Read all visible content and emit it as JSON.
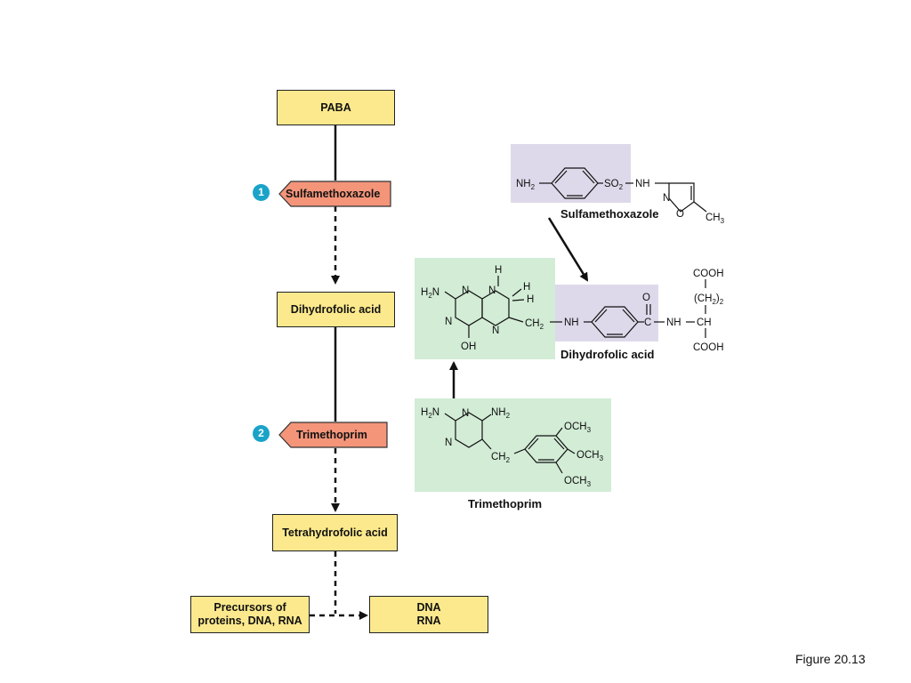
{
  "pathway": {
    "paba": "PABA",
    "dihydrofolic": "Dihydrofolic acid",
    "tetrahydrofolic": "Tetrahydrofolic acid",
    "precursors_line1": "Precursors of",
    "precursors_line2": "proteins, DNA, RNA",
    "dna": "DNA",
    "rna": "RNA"
  },
  "inhibitors": [
    {
      "step": "1",
      "name": "Sulfamethoxazole"
    },
    {
      "step": "2",
      "name": "Trimethoprim"
    }
  ],
  "structures": {
    "sulfamethoxazole_label": "Sulfamethoxazole",
    "dihydrofolic_label": "Dihydrofolic acid",
    "trimethoprim_label": "Trimethoprim"
  },
  "caption": "Figure 20.13",
  "colors": {
    "box_fill": "#fce98d",
    "inhibitor_fill": "#f4957a",
    "badge": "#1aa3c9",
    "purple_bg": "#ded9ea",
    "green_bg": "#d2ecd6"
  }
}
